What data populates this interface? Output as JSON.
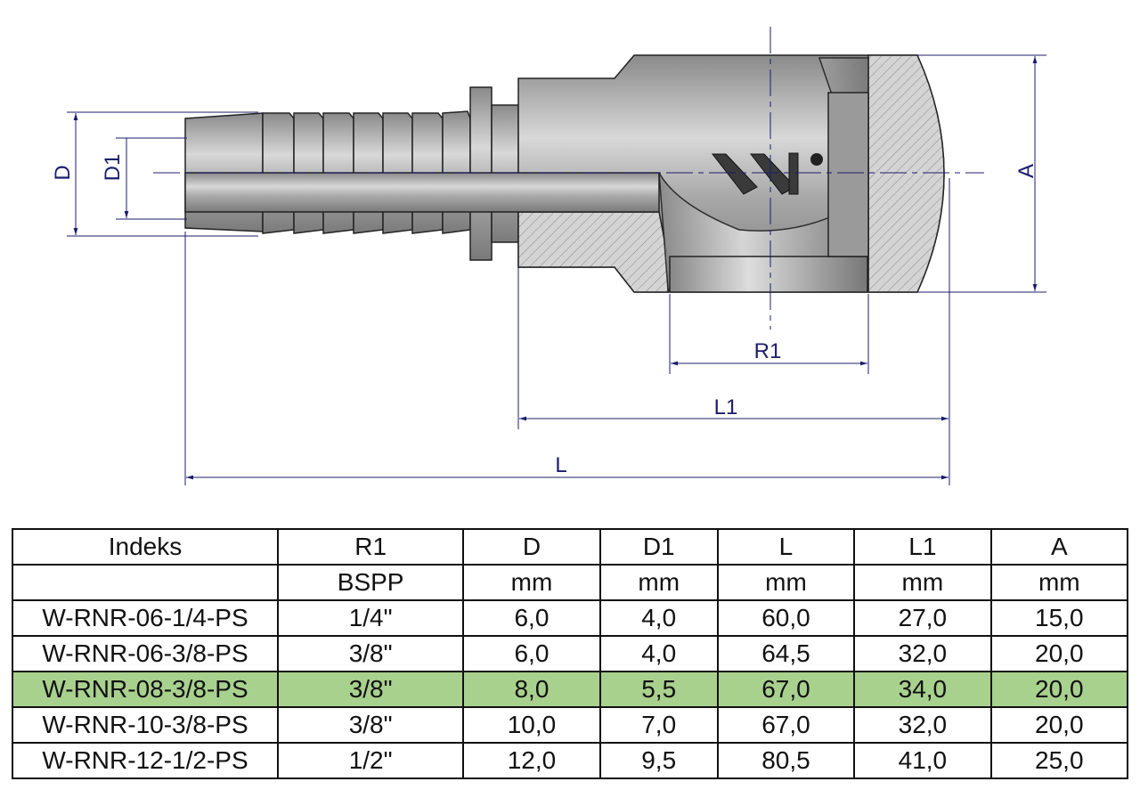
{
  "drawing": {
    "labels": {
      "D": "D",
      "D1": "D1",
      "A": "A",
      "R1": "R1",
      "L1": "L1",
      "L": "L"
    },
    "logo": "W"
  },
  "table": {
    "headers": [
      "Indeks",
      "R1",
      "D",
      "D1",
      "L",
      "L1",
      "A"
    ],
    "units": [
      "",
      "BSPP",
      "mm",
      "mm",
      "mm",
      "mm",
      "mm"
    ],
    "rows": [
      [
        "W-RNR-06-1/4-PS",
        "1/4\"",
        "6,0",
        "4,0",
        "60,0",
        "27,0",
        "15,0"
      ],
      [
        "W-RNR-06-3/8-PS",
        "3/8\"",
        "6,0",
        "4,0",
        "64,5",
        "32,0",
        "20,0"
      ],
      [
        "W-RNR-08-3/8-PS",
        "3/8\"",
        "8,0",
        "5,5",
        "67,0",
        "34,0",
        "20,0"
      ],
      [
        "W-RNR-10-3/8-PS",
        "3/8\"",
        "10,0",
        "7,0",
        "67,0",
        "32,0",
        "20,0"
      ],
      [
        "W-RNR-12-1/2-PS",
        "1/2\"",
        "12,0",
        "9,5",
        "80,5",
        "41,0",
        "25,0"
      ]
    ],
    "highlighted_row": 2,
    "highlight_color": "#a9d18e"
  }
}
